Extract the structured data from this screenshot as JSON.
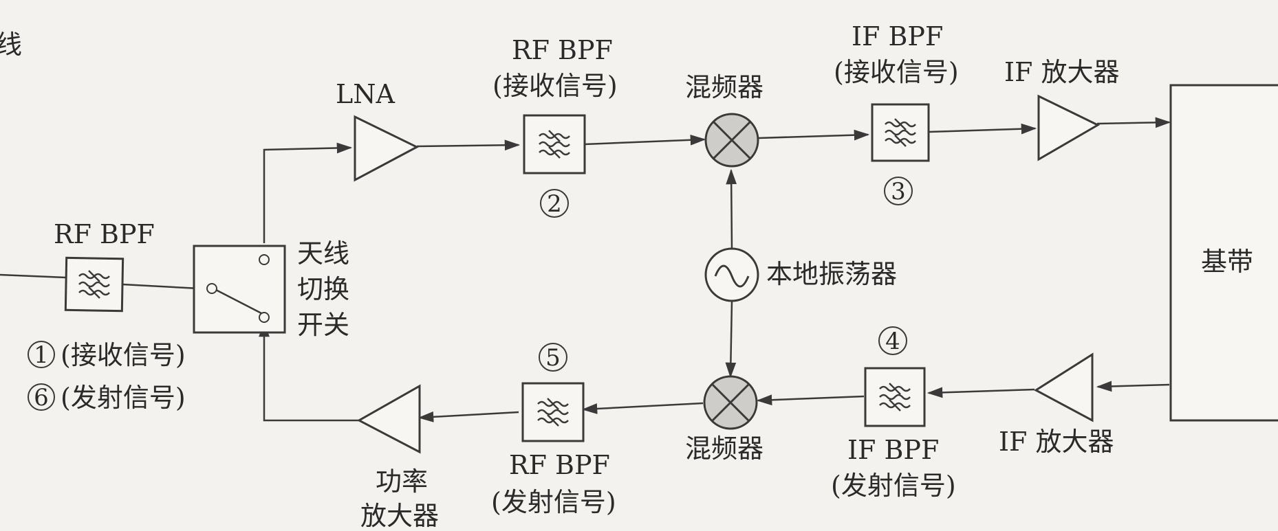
{
  "labels": {
    "antenna_partial": "线",
    "rf_bpf_ant": "RF BPF",
    "lna": "LNA",
    "rf_bpf_rx_1": "RF BPF",
    "rf_bpf_rx_2": "(接收信号)",
    "mixer_rx": "混频器",
    "if_bpf_rx_1": "IF BPF",
    "if_bpf_rx_2": "(接收信号)",
    "if_amp_rx": "IF 放大器",
    "baseband": "基带",
    "switch_1": "天线",
    "switch_2": "切换",
    "switch_3": "开关",
    "lo": "本地振荡器",
    "legend_1": "(接收信号)",
    "legend_6": "(发射信号)",
    "pa_1": "功率",
    "pa_2": "放大器",
    "rf_bpf_tx_1": "RF BPF",
    "rf_bpf_tx_2": "(发射信号)",
    "mixer_tx": "混频器",
    "if_bpf_tx_1": "IF BPF",
    "if_bpf_tx_2": "(发射信号)",
    "if_amp_tx": "IF 放大器"
  },
  "markers": {
    "m1": "1",
    "m2": "2",
    "m3": "3",
    "m4": "4",
    "m5": "5",
    "m6": "6"
  }
}
